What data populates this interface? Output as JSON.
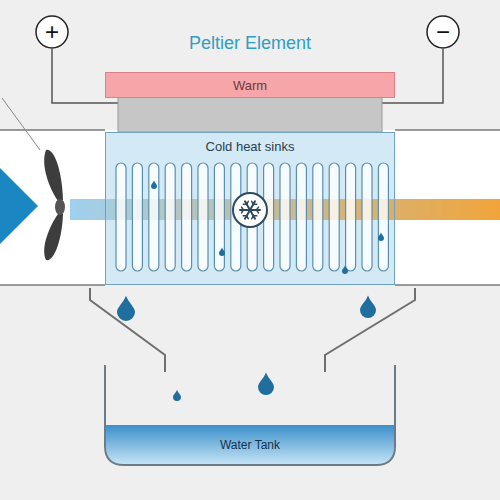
{
  "diagram": {
    "title": "Peltier Element",
    "nodes": [
      {
        "text": [
          "+"
        ]
      },
      {
        "text": [
          "−"
        ]
      },
      {
        "text": [
          "Warm"
        ]
      },
      {
        "text": [
          "Cold heat sinks"
        ]
      },
      {
        "text": [
          "Water Tank"
        ]
      }
    ]
  }
}
